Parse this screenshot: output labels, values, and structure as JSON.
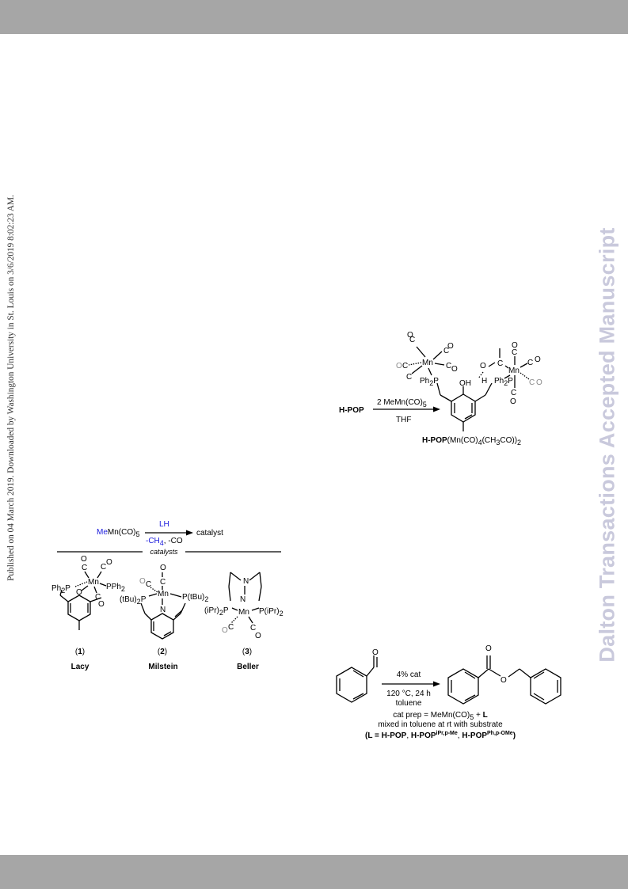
{
  "header_bar": "",
  "sidebar_left": "Published on 04 March 2019. Downloaded by Washington University in St. Louis on 3/6/2019 8:02:23 AM.",
  "sidebar_right": "Dalton Transactions Accepted Manuscript",
  "scheme_hpop": {
    "reactant": "H-POP",
    "reagent": "2 MeMn(CO)",
    "reagent_sub": "5",
    "solvent": "THF",
    "product_label_bold": "H-POP",
    "product_label_a": "(Mn(CO)",
    "product_label_sub1": "4",
    "product_label_b": "(CH",
    "product_label_sub2": "3",
    "product_label_c": "CO))",
    "product_label_sub3": "2",
    "atoms": {
      "mn": "Mn",
      "ph2p": "Ph",
      "ph2p_sub": "2",
      "p": "P",
      "oh": "OH",
      "h": "H",
      "o": "O",
      "c": "C"
    }
  },
  "scheme_catalysts": {
    "reagent_me": "Me",
    "reagent_rest": "Mn(CO)",
    "reagent_sub": "5",
    "above_arrow": "LH",
    "below_arrow_a": "-CH",
    "below_arrow_sub": "4",
    "below_arrow_b": ", -CO",
    "product": "catalyst",
    "divider_label": "catalysts",
    "cat1_number": "1",
    "cat1_name": "Lacy",
    "cat2_number": "2",
    "cat2_name": "Milstein",
    "cat3_number": "3",
    "cat3_name": "Beller",
    "atoms": {
      "mn": "Mn",
      "ph2p": "Ph",
      "sub2": "2",
      "p": "P",
      "pph2": "PPh",
      "o": "O",
      "c": "C",
      "n": "N",
      "tbu2p": "(tBu)",
      "ptbu2": "P(tBu)",
      "ipr2p": "(iPr)",
      "pipr2": "P(iPr)"
    }
  },
  "scheme_tishchenko": {
    "above_arrow": "4% cat",
    "below_arrow_1": "120 °C, 24 h",
    "below_arrow_2": "toluene",
    "note_1_a": "cat prep = MeMn(CO)",
    "note_1_sub": "5",
    "note_1_b": " + ",
    "note_1_c": "L",
    "note_2": "mixed in toluene at rt with substrate",
    "note_3_open": "(",
    "note_3_l": "L = H-POP",
    "note_3_comma1": ", ",
    "note_3_hpop2": "H-POP",
    "note_3_sup2": "iPr,p-Me",
    "note_3_comma2": ", ",
    "note_3_hpop3": "H-POP",
    "note_3_sup3": "Ph,p-OMe",
    "note_3_close": ")",
    "atoms": {
      "o": "O"
    }
  }
}
